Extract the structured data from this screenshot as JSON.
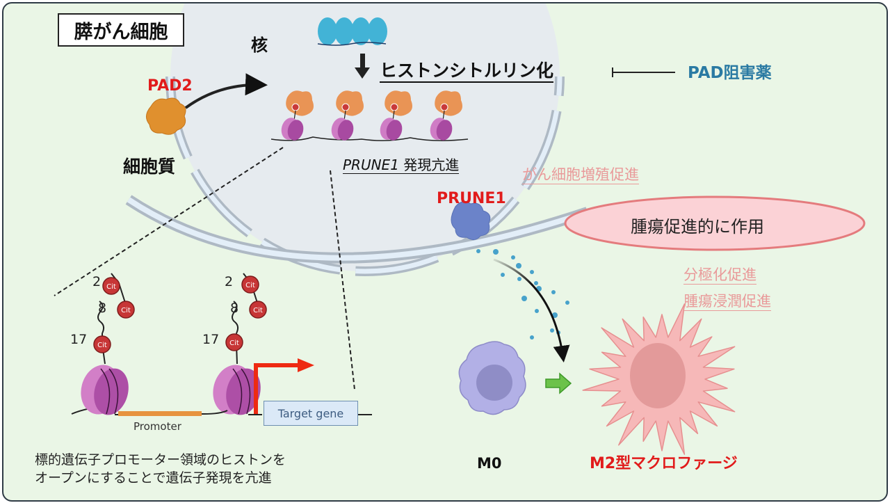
{
  "title": "膵がん細胞",
  "labels": {
    "nucleus": "核",
    "cytoplasm": "細胞質",
    "pad2": "PAD2",
    "histone_citrullination": "ヒストンシトルリン化",
    "pad_inhibitor": "PAD阻害薬",
    "prune1_gene": "PRUNE1",
    "expression_up": "発現亢進",
    "proliferation": "がん細胞増殖促進",
    "prune1_protein": "PRUNE1",
    "tumor_promoting": "腫瘍促進的に作用",
    "polarization": "分極化促進",
    "infiltration": "腫瘍浸潤促進",
    "m0": "M0",
    "m2": "M2型マクロファージ"
  },
  "detail": {
    "sites": [
      "2",
      "8",
      "17"
    ],
    "cit_label": "Cit",
    "promoter": "Promoter",
    "target_gene": "Target gene",
    "caption_line1": "標的遺伝子プロモーター領域のヒストンを",
    "caption_line2": "オープンにすることで遺伝子発現を亢進"
  },
  "colors": {
    "background": "#eaf6e6",
    "nucleus": "#e6ebef",
    "red_text": "#e11b1b",
    "inhibitor_blue": "#2a7aa3",
    "pink_text": "#e99a9a",
    "histone_purple": "#b24fae",
    "pad_orange": "#e0902e",
    "m2_pink": "#f6b8b8",
    "m0_purple": "#a9a7dd"
  }
}
